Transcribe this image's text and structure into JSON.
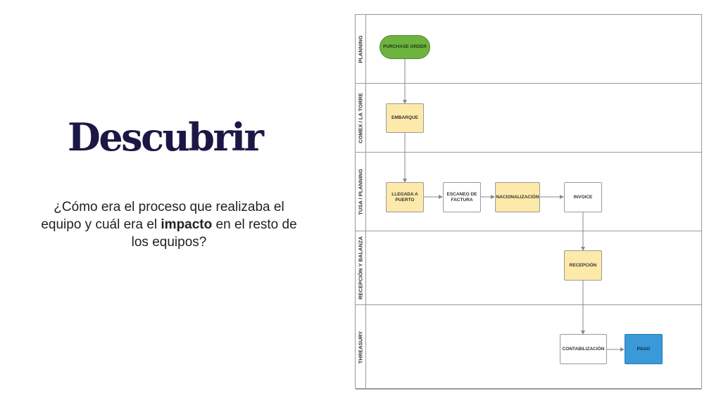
{
  "slide": {
    "title": "Descubrir",
    "subtitle_pre": "¿Cómo era el proceso que realizaba el equipo y cuál era el ",
    "subtitle_bold": "impacto",
    "subtitle_post": " en el resto de los equipos?"
  },
  "diagram": {
    "lanes": [
      {
        "label": "PLANNING"
      },
      {
        "label": "COMEX / LA TORRE"
      },
      {
        "label": "TUSA / PLANNING"
      },
      {
        "label": "RECEPCIÓN Y BALANZA"
      },
      {
        "label": "THREASURY"
      }
    ],
    "nodes": {
      "purchase_order": "PURCHASE ORDER",
      "embarque": "EMBARQUE",
      "llegada": "LLEGADA A PUERTO",
      "escaneo": "ESCANEO DE FACTURA",
      "nacionalizacion": "NACIONALIZACIÓN",
      "invoice": "INVOICE",
      "recepcion": "RECEPCIÓN",
      "contabilizacion": "CONTABILIZACIÓN",
      "pago": "PAGO"
    },
    "colors": {
      "start": "#6db33f",
      "task": "#fde9a9",
      "neutral": "#ffffff",
      "final": "#3a9ad9",
      "title": "#1b1846"
    }
  }
}
